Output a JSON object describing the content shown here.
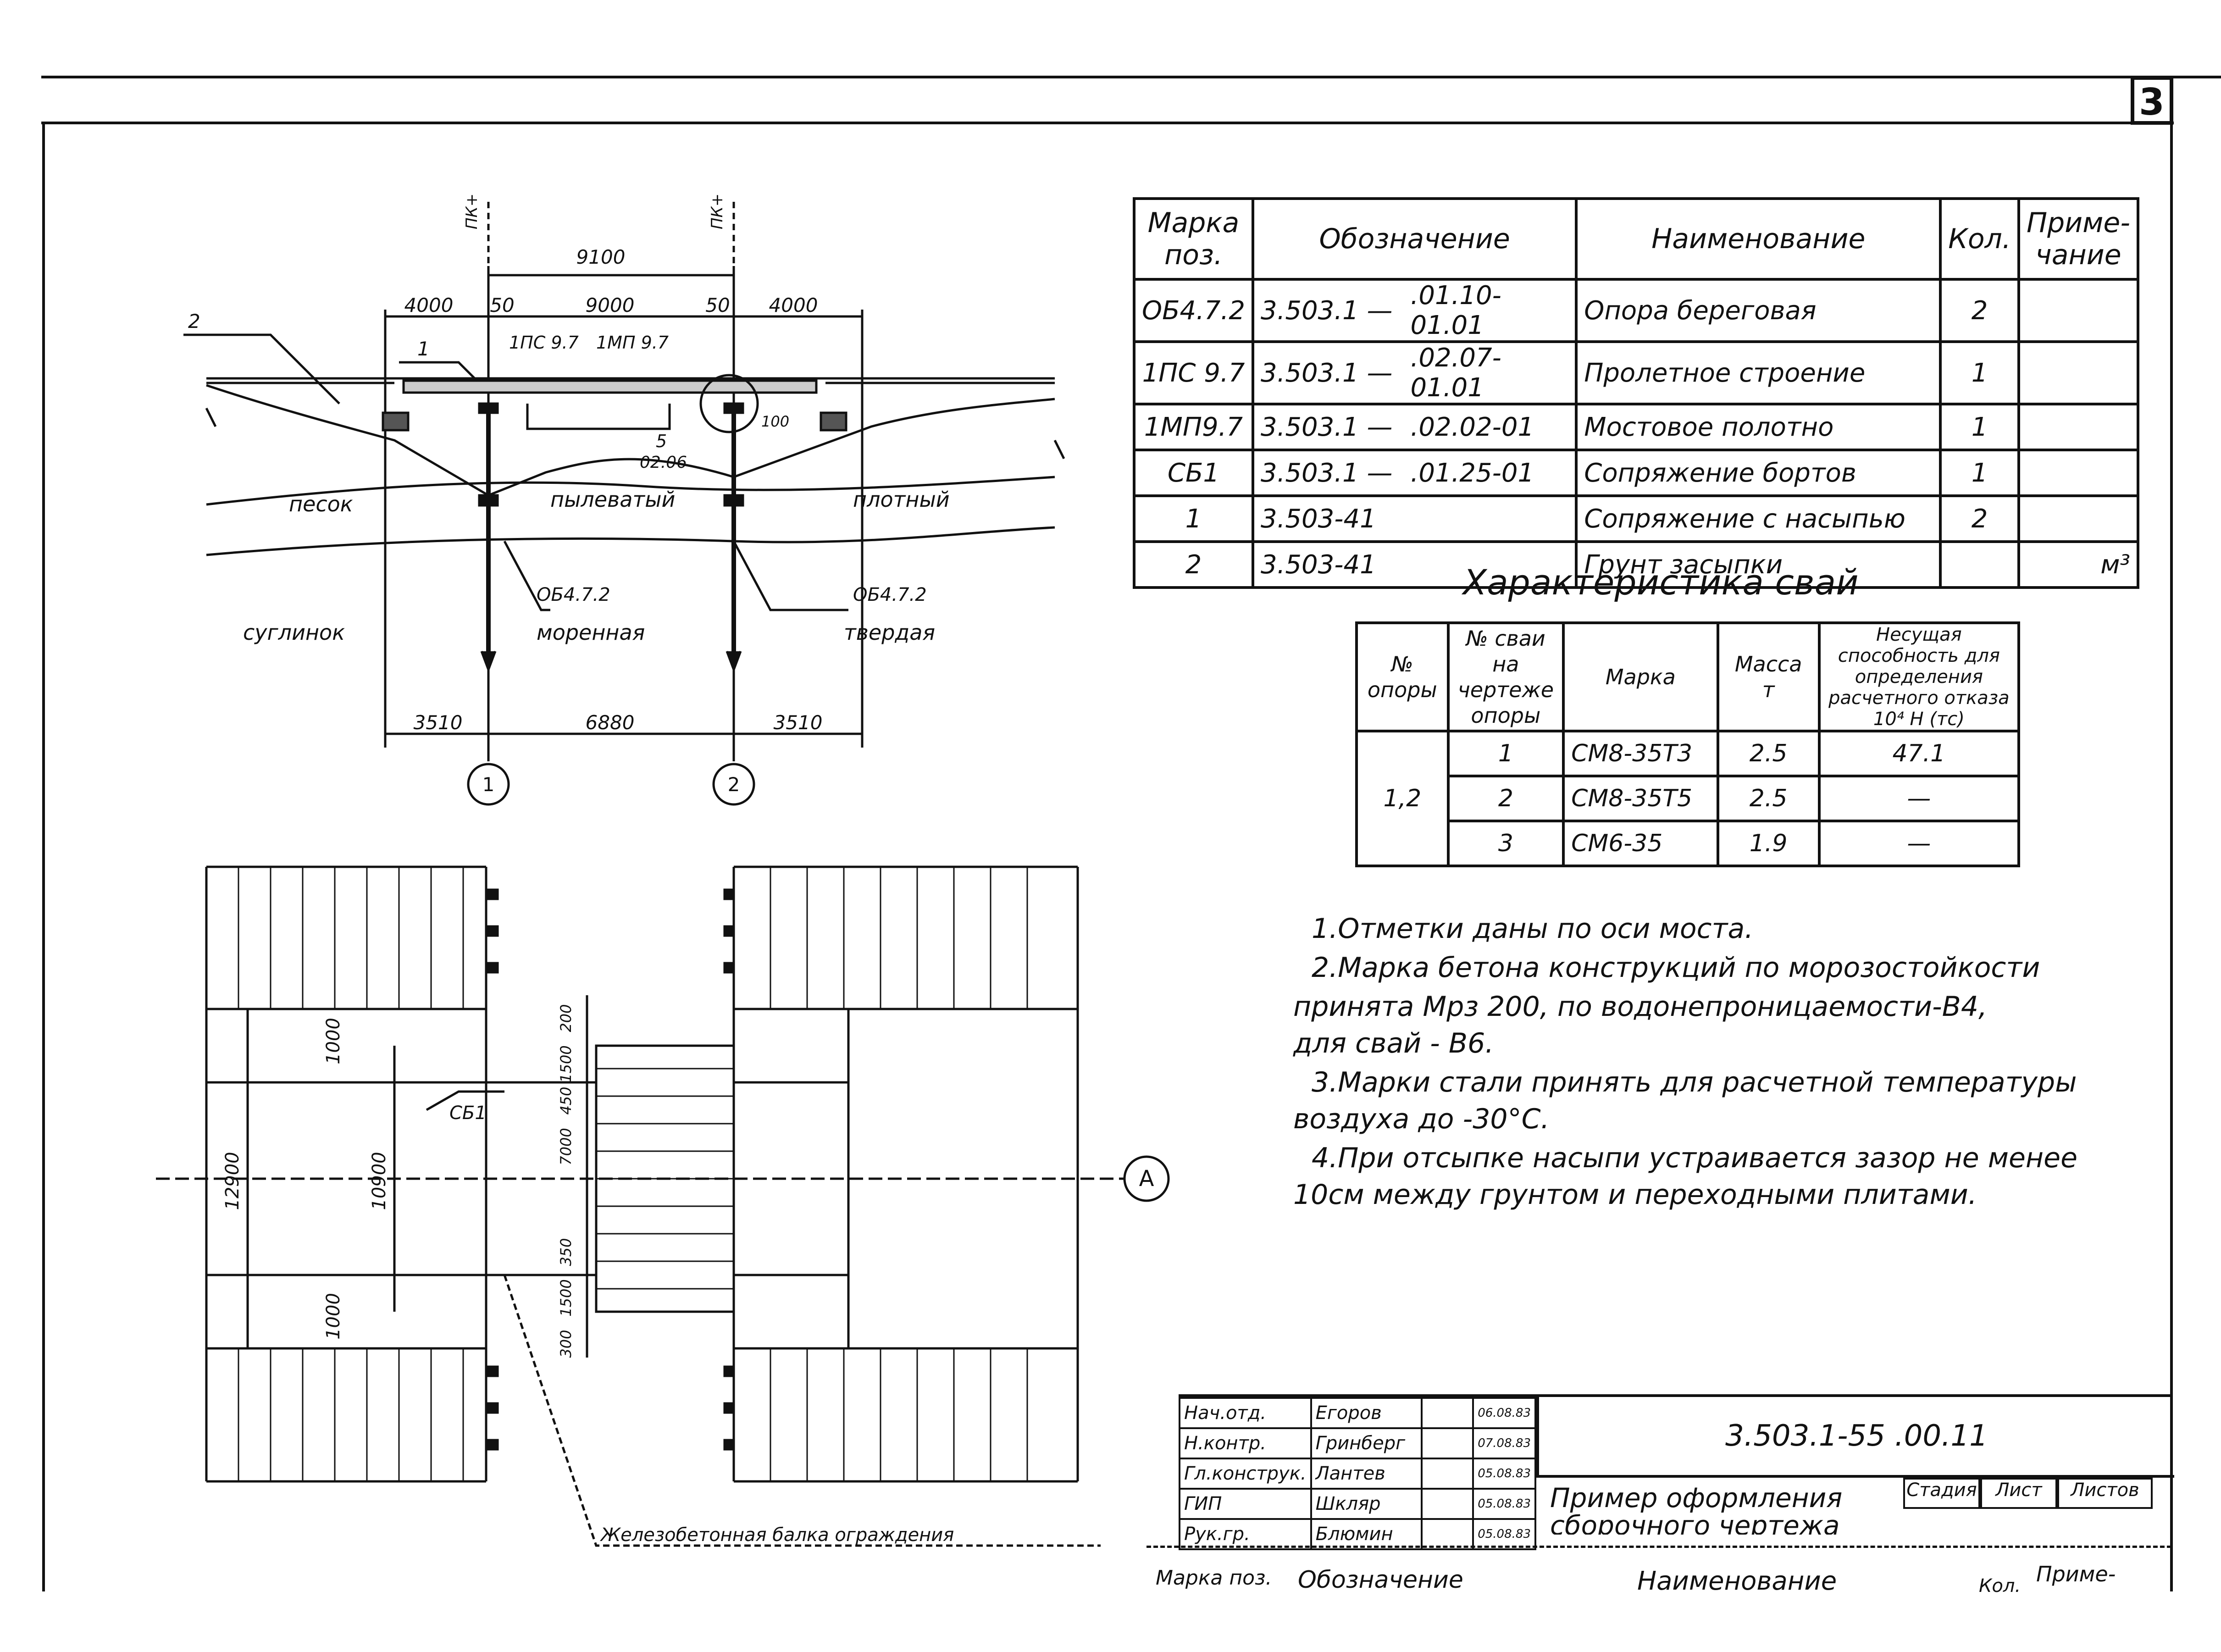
{
  "sheet_number": "3",
  "elevation": {
    "dim_total": "9100",
    "dim_left": "4000",
    "dim_gap_left": "50",
    "dim_span": "9000",
    "dim_gap_right": "50",
    "dim_right": "4000",
    "label_2": "2",
    "label_1": "1",
    "span_marks": [
      "1ПС 9.7",
      "1МП 9.7"
    ],
    "section_mark": "5",
    "section_ref": "02.06",
    "detail_dim": "100",
    "pk_left": "ПК+",
    "pk_right": "ПК+",
    "soil_top": [
      "песок",
      "пылеватый",
      "плотный"
    ],
    "soil_bottom": [
      "суглинок",
      "моренная",
      "твердая"
    ],
    "pile_mark_left": "ОБ4.7.2",
    "pile_mark_right": "ОБ4.7.2",
    "bottom_dims": [
      "3510",
      "6880",
      "3510"
    ],
    "axes": [
      "1",
      "2"
    ]
  },
  "plan": {
    "dim_overall": "12900",
    "dim_width": "10900",
    "dim_1000_top": "1000",
    "dim_1000_bottom": "1000",
    "dims_vertical": [
      "200",
      "1500",
      "450",
      "7000",
      "350",
      "1500",
      "300"
    ],
    "sb_label": "СБ1",
    "axis_a": "А",
    "callout": "Железобетонная балка ограждения"
  },
  "spec_table": {
    "headers": [
      "Марка поз.",
      "Обозначение",
      "Наименование",
      "Кол.",
      "Приме-чание"
    ],
    "rows": [
      {
        "mark": "ОБ4.7.2",
        "doc1": "3.503.1 —",
        "doc2": ".01.10-01.01",
        "name": "Опора береговая",
        "qty": "2",
        "note": ""
      },
      {
        "mark": "1ПС 9.7",
        "doc1": "3.503.1 —",
        "doc2": ".02.07-01.01",
        "name": "Пролетное строение",
        "qty": "1",
        "note": ""
      },
      {
        "mark": "1МП9.7",
        "doc1": "3.503.1 —",
        "doc2": ".02.02-01",
        "name": "Мостовое полотно",
        "qty": "1",
        "note": ""
      },
      {
        "mark": "СБ1",
        "doc1": "3.503.1 —",
        "doc2": ".01.25-01",
        "name": "Сопряжение бортов",
        "qty": "1",
        "note": ""
      },
      {
        "mark": "1",
        "doc1": "3.503-41",
        "doc2": "",
        "name": "Сопряжение с насыпью",
        "qty": "2",
        "note": ""
      },
      {
        "mark": "2",
        "doc1": "3.503-41",
        "doc2": "",
        "name": "Грунт засыпки",
        "qty": "",
        "note": "м³"
      }
    ]
  },
  "piles": {
    "title": "Характеристика свай",
    "headers": [
      "№ опоры",
      "№ сваи на чертеже опоры",
      "Марка",
      "Масса т",
      "Несущая способность для определения расчетного отказа 10⁴ Н (тс)"
    ],
    "support": "1,2",
    "rows": [
      {
        "n": "1",
        "mark": "СМ8-35Т3",
        "mass": "2.5",
        "cap": "47.1"
      },
      {
        "n": "2",
        "mark": "СМ8-35Т5",
        "mass": "2.5",
        "cap": "—"
      },
      {
        "n": "3",
        "mark": "СМ6-35",
        "mass": "1.9",
        "cap": "—"
      }
    ]
  },
  "notes": [
    "1.Отметки даны по оси моста.",
    "2.Марка бетона конструкций по морозостойкости",
    "принята Мрз 200, по водонепроницаемости-В4,",
    "для свай - В6.",
    "3.Марки стали принять для расчетной температуры",
    "воздуха до -30°С.",
    "4.При отсыпке насыпи устраивается зазор не менее",
    "10см между грунтом и переходными плитами."
  ],
  "stamp": {
    "code": "3.503.1-55 .00.11",
    "title": "Пример оформления сборочного чертежа",
    "headers": [
      "Стадия",
      "Лист",
      "Листов"
    ],
    "rows": [
      {
        "role": "Нач.отд.",
        "name": "Егоров",
        "date": "06.08.83"
      },
      {
        "role": "Н.контр.",
        "name": "Гринберг",
        "date": "07.08.83"
      },
      {
        "role": "Гл.конструк.",
        "name": "Лантев",
        "date": "05.08.83"
      },
      {
        "role": "ГИП",
        "name": "Шкляр",
        "date": "05.08.83"
      },
      {
        "role": "Рук.гр.",
        "name": "Блюмин",
        "date": "05.08.83"
      }
    ]
  },
  "overlap": {
    "c1": "Марка поз.",
    "c2": "Обозначение",
    "c3": "Наименование",
    "c4": "Кол.",
    "c5": "Приме-"
  }
}
